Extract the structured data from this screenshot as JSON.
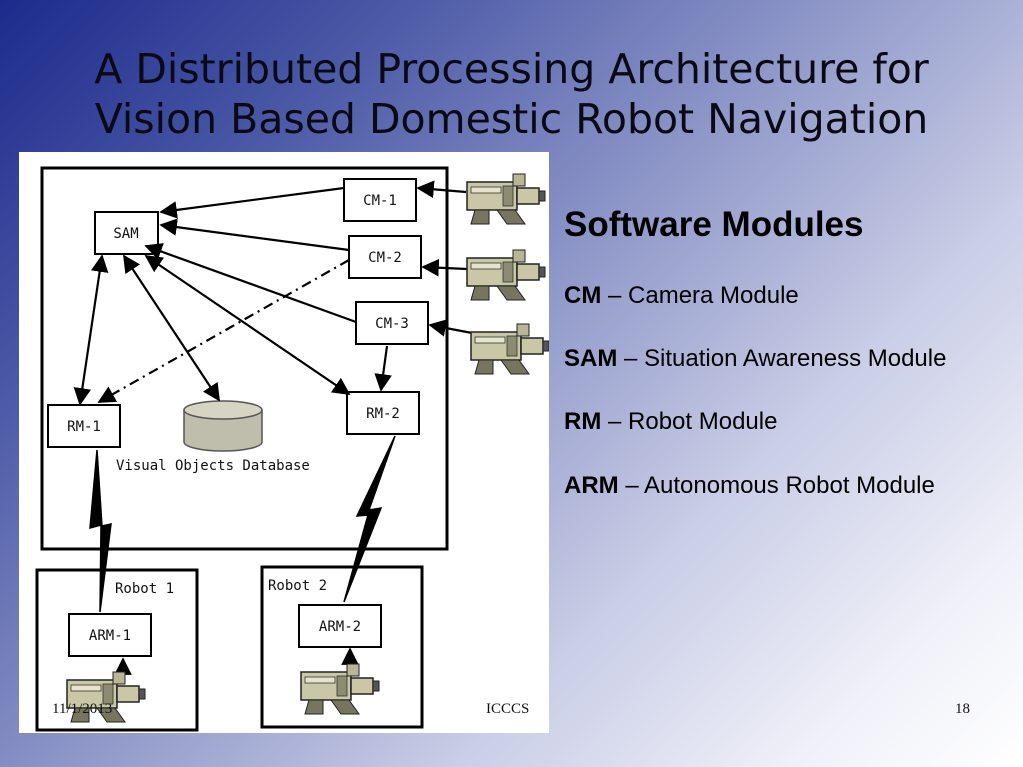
{
  "slide": {
    "title_line1": "A Distributed Processing Architecture for",
    "title_line2": "Vision Based Domestic Robot Navigation"
  },
  "diagram": {
    "nodes": {
      "sam": "SAM",
      "cm1": "CM-1",
      "cm2": "CM-2",
      "cm3": "CM-3",
      "rm1": "RM-1",
      "rm2": "RM-2",
      "arm1": "ARM-1",
      "arm2": "ARM-2"
    },
    "database_label": "Visual Objects Database",
    "robot1_label": "Robot 1",
    "robot2_label": "Robot 2"
  },
  "legend": {
    "title": "Software Modules",
    "items": [
      {
        "abbr": "CM",
        "sep": " – ",
        "desc": "Camera Module"
      },
      {
        "abbr": "SAM",
        "sep": " – ",
        "desc": "Situation Awareness Module"
      },
      {
        "abbr": "RM",
        "sep": " – ",
        "desc": "Robot Module"
      },
      {
        "abbr": "ARM",
        "sep": " – ",
        "desc": "Autonomous Robot Module"
      }
    ]
  },
  "footer": {
    "date": "11/1/2013",
    "conference": "ICCCS",
    "page_number": "18"
  },
  "colors": {
    "background_start": "#1c2a8c",
    "background_end": "#ffffff",
    "camera_body": "#c9c7a6",
    "database_fill": "#bfbdab"
  }
}
